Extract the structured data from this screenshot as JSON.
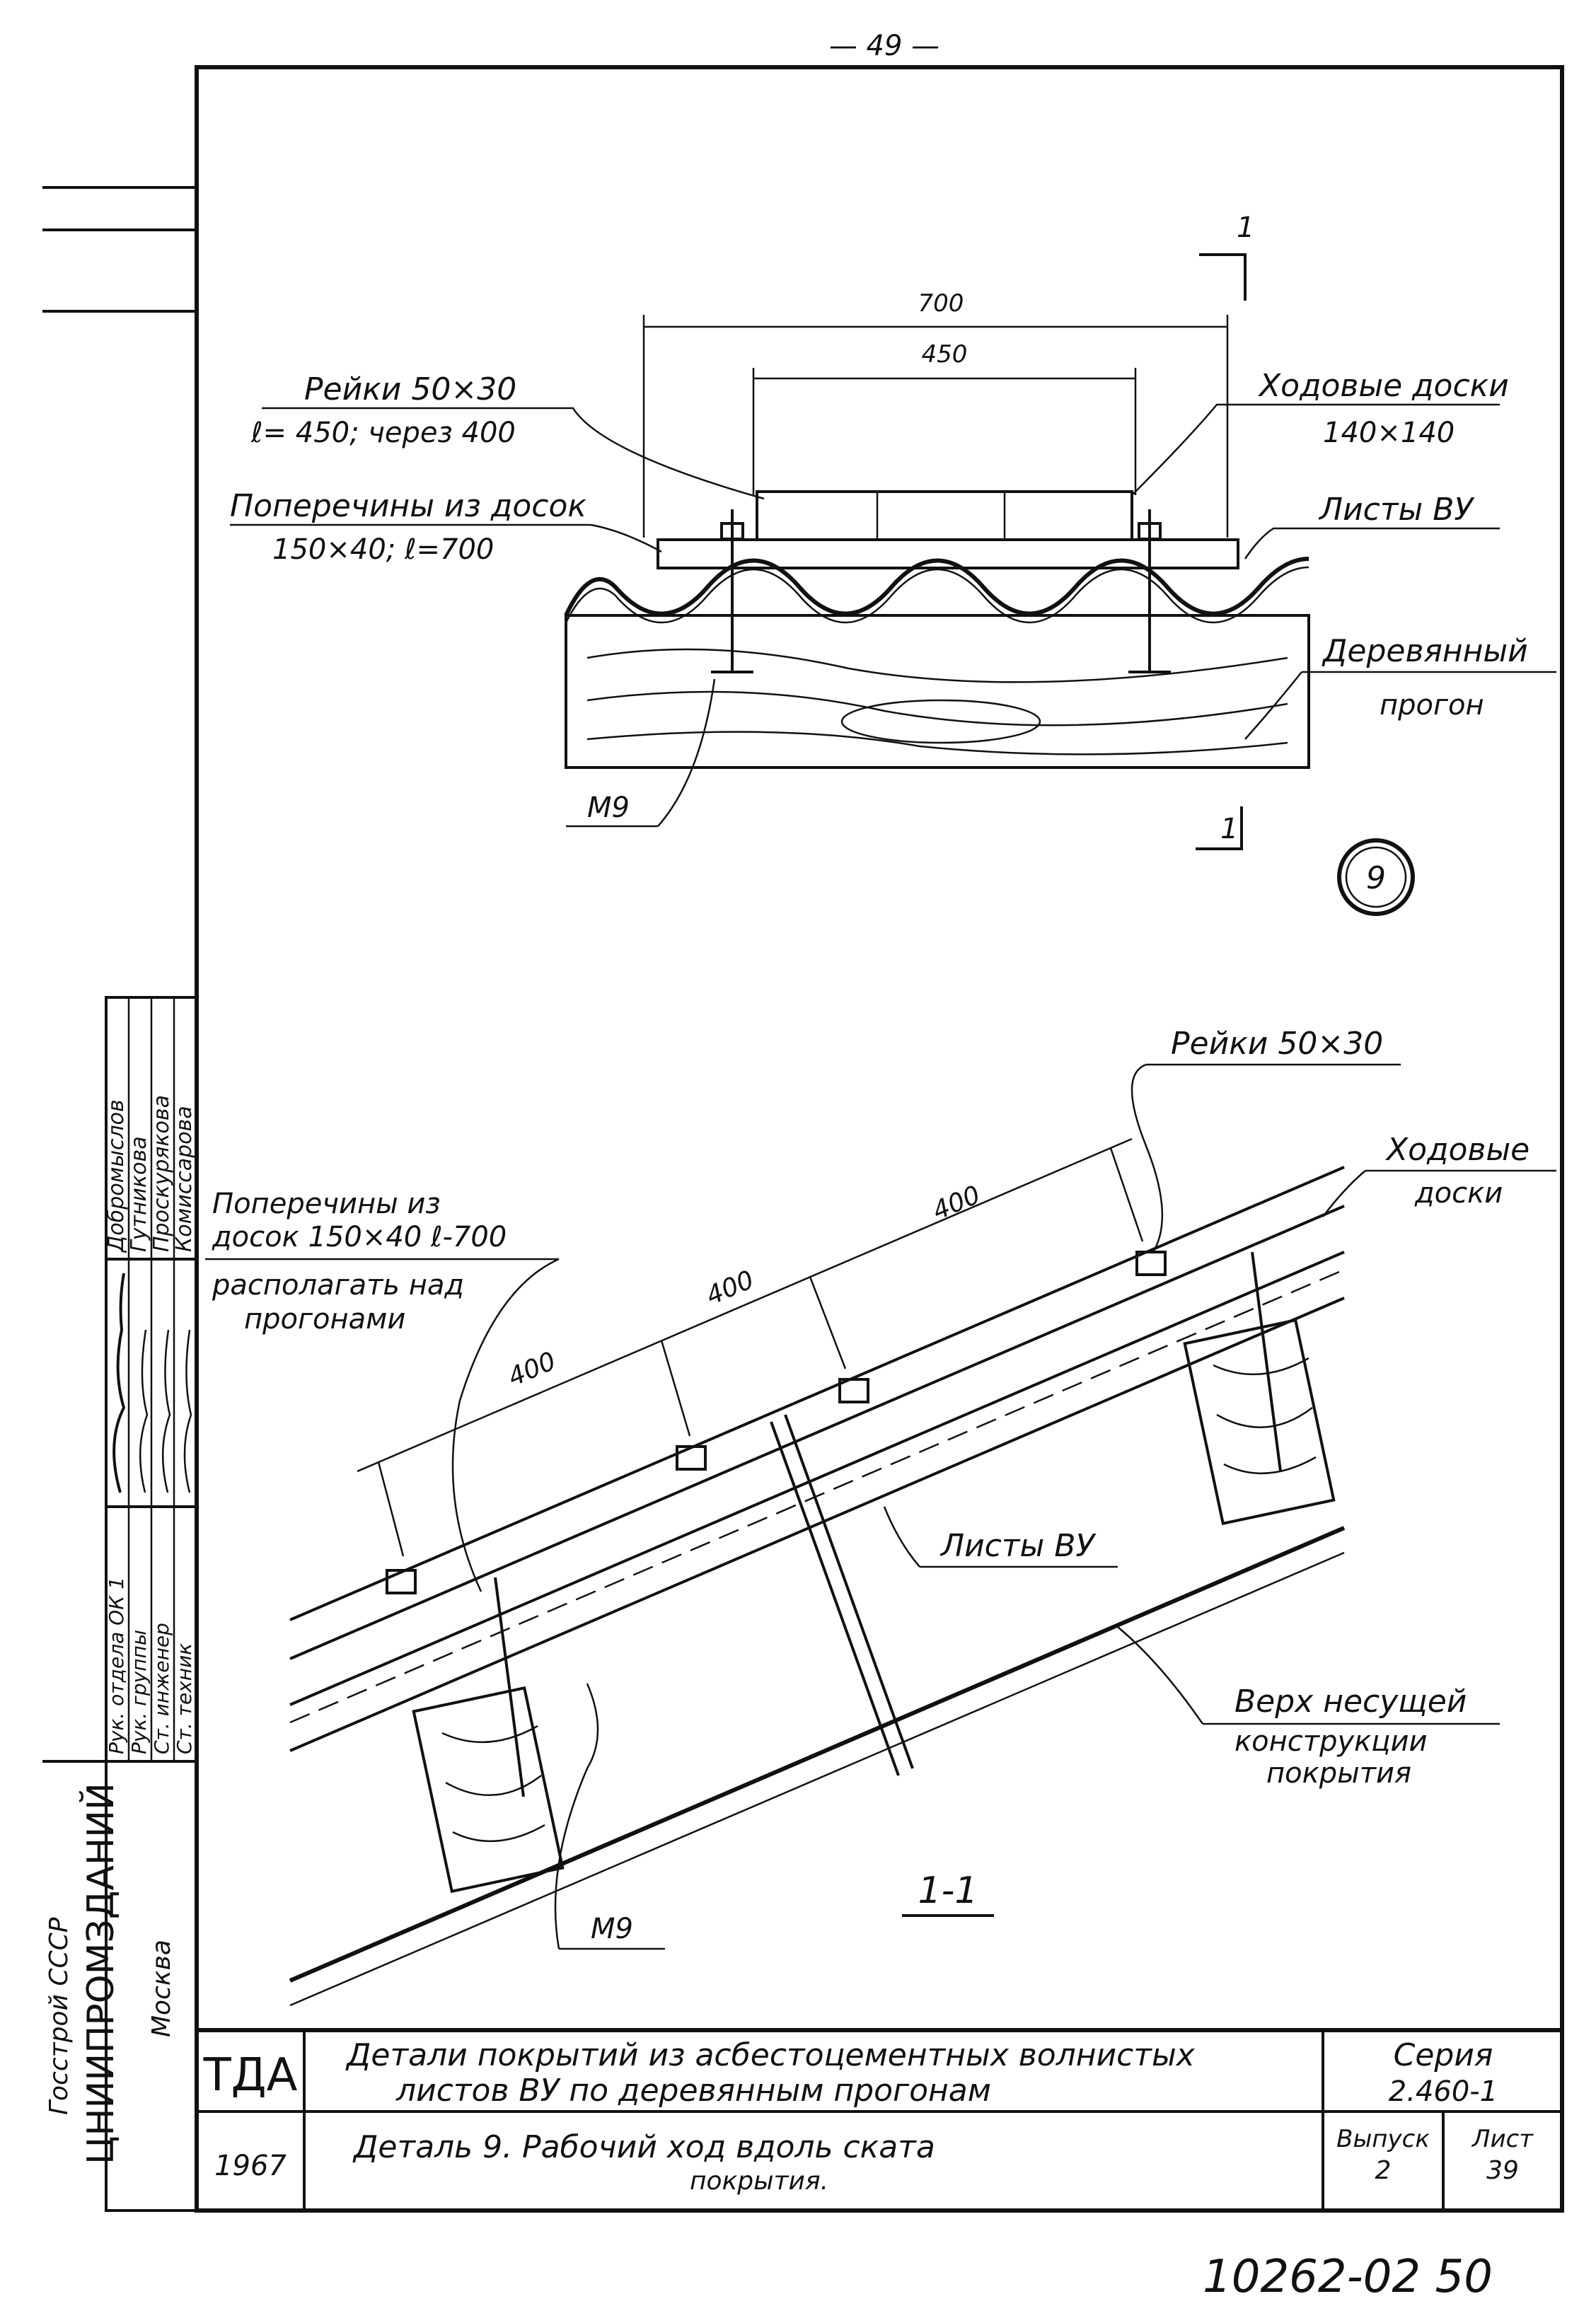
{
  "page_number": "— 49 —",
  "doc_number": "10262-02 50",
  "section_mark": "1",
  "top_detail": {
    "dim_700": "700",
    "dim_450": "450",
    "rails_line1": "Рейки 50×30",
    "rails_line2": "ℓ= 450; через 400",
    "crossbars_line1": "Поперечины из досок",
    "crossbars_line2": "150×40; ℓ=700",
    "walkway_boards_line1": "Ходовые доски",
    "walkway_boards_line2": "140×140",
    "sheets": "Листы ВУ",
    "purlin_line1": "Деревянный",
    "purlin_line2": "прогон",
    "fastener": "М9",
    "detail_number": "9"
  },
  "section_view": {
    "rails": "Рейки 50×30",
    "walkway_line1": "Ходовые",
    "walkway_line2": "доски",
    "crossbars_line1": "Поперечины из",
    "crossbars_line2": "досок 150×40 ℓ-700",
    "place_line1": "располагать над",
    "place_line2": "прогонами",
    "dims": [
      "400",
      "400",
      "400"
    ],
    "sheets": "Листы ВУ",
    "top_line1": "Верх несущей",
    "top_line2": "конструкции",
    "top_line3": "покрытия",
    "fastener": "М9",
    "section_label": "1-1"
  },
  "left_stamp": {
    "org_line1": "Госстрой СССР",
    "org_line2": "ЦНИИПРОМЗДАНИЙ",
    "org_line3": "Москва",
    "rows": [
      {
        "role": "Рук. отдела ОК 1",
        "name": "Добромыслов"
      },
      {
        "role": "Рук. группы",
        "name": "Гутникова"
      },
      {
        "role": "Ст. инженер",
        "name": "Проскурякова"
      },
      {
        "role": "Ст. техник",
        "name": "Комиссарова"
      }
    ]
  },
  "title_block": {
    "code": "ТДА",
    "year": "1967",
    "title_line1": "Детали покрытий из асбестоцементных волнистых",
    "title_line2": "листов ВУ по деревянным прогонам",
    "subtitle_line1": "Деталь 9.  Рабочий ход вдоль ската",
    "subtitle_line2": "покрытия.",
    "series_label": "Серия",
    "series_value": "2.460-1",
    "issue_label": "Выпуск",
    "issue_value": "2",
    "sheet_label": "Лист",
    "sheet_value": "39"
  }
}
